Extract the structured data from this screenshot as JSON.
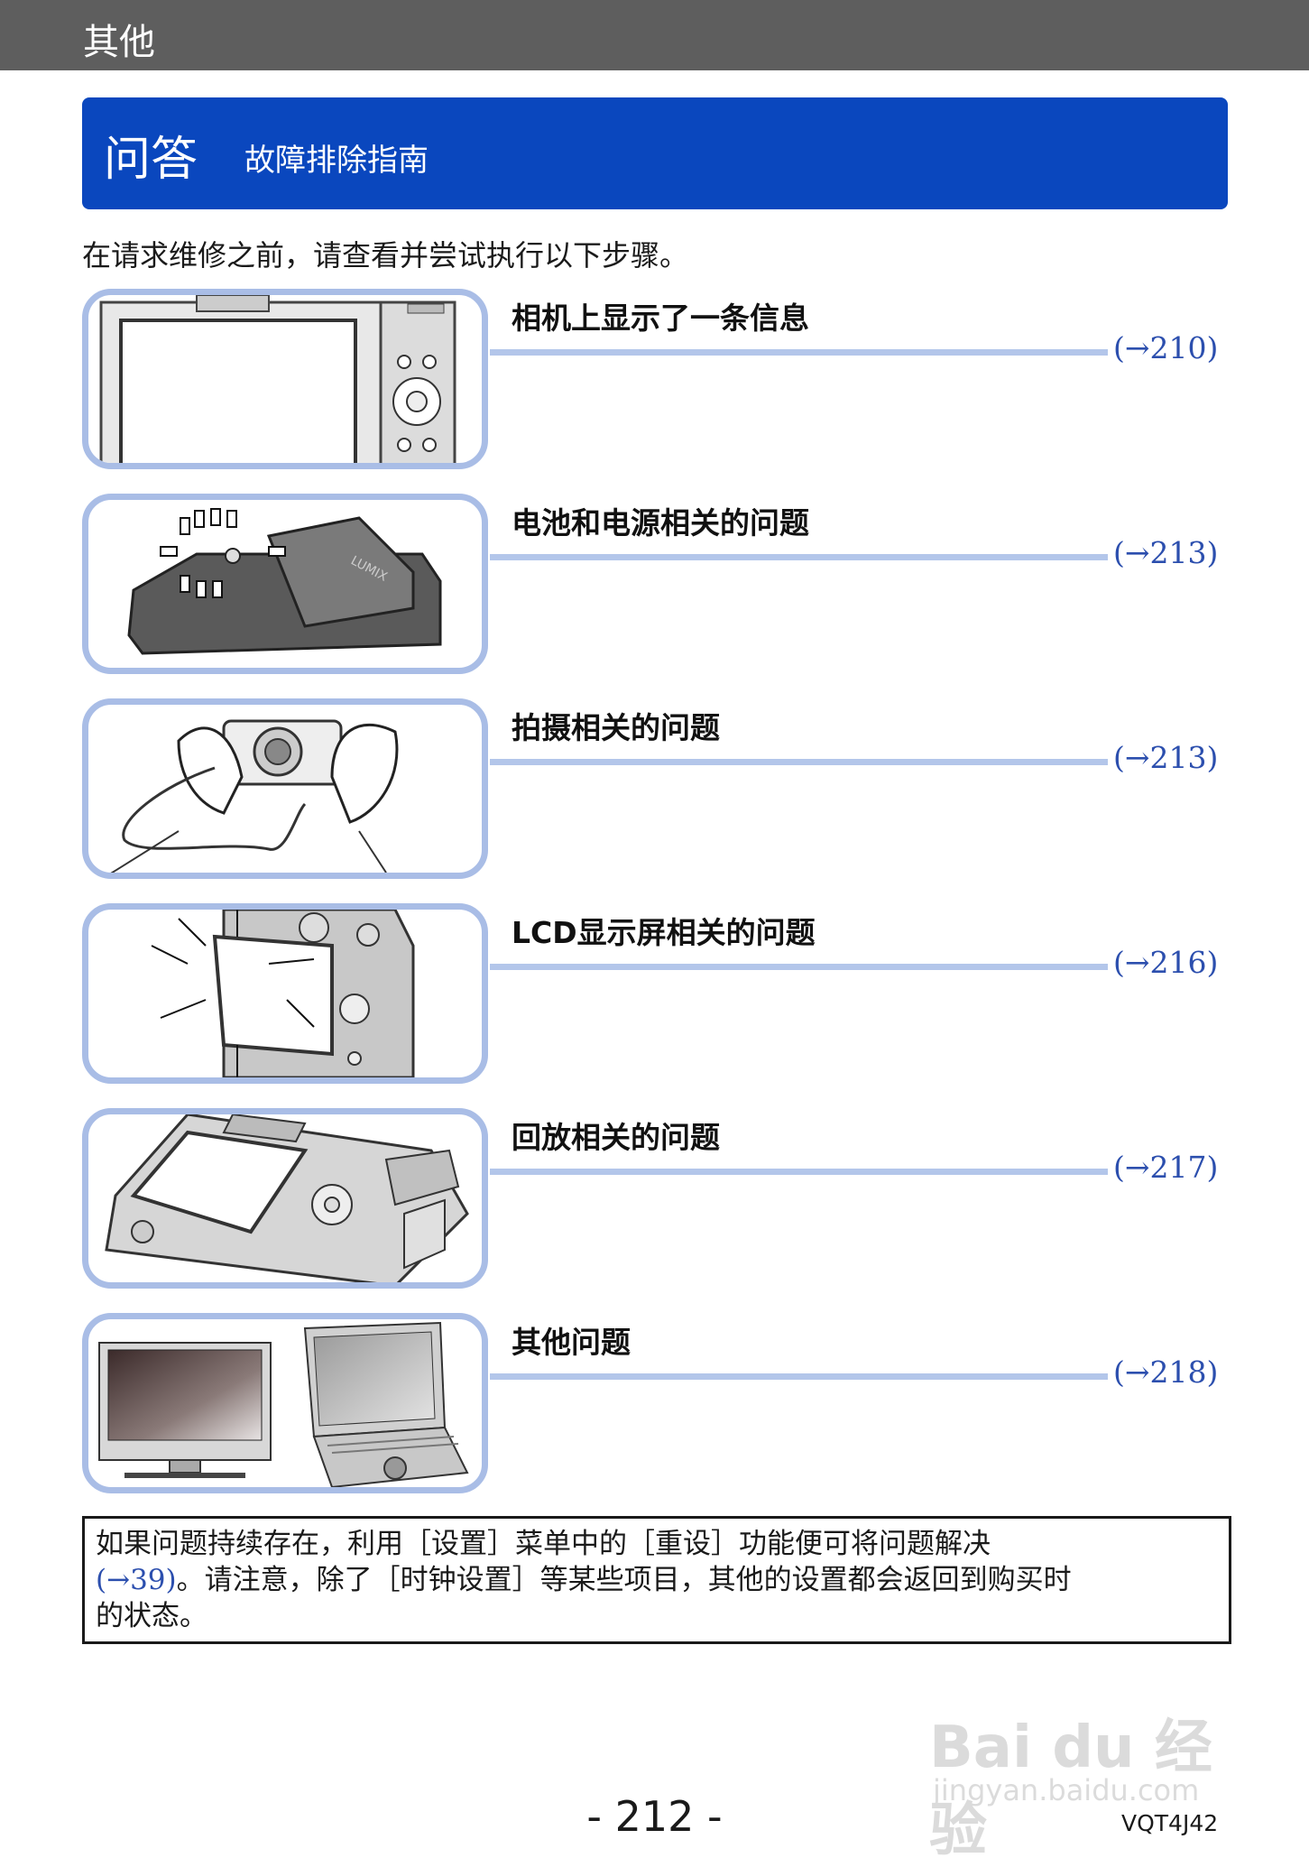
{
  "header": {
    "category": "其他"
  },
  "banner": {
    "title": "问答",
    "subtitle": "故障排除指南"
  },
  "intro": "在请求维修之前，请查看并尝试执行以下步骤。",
  "rows": [
    {
      "title": "相机上显示了一条信息",
      "ref": "(→210)",
      "image": "camera-back-icon"
    },
    {
      "title": "电池和电源相关的问题",
      "ref": "(→213)",
      "image": "battery-charger-icon"
    },
    {
      "title": "拍摄相关的问题",
      "ref": "(→213)",
      "image": "hands-holding-camera-icon"
    },
    {
      "title": "LCD显示屏相关的问题",
      "ref": "(→216)",
      "image": "lcd-monitor-camera-icon"
    },
    {
      "title": "回放相关的问题",
      "ref": "(→217)",
      "image": "camera-playback-icon"
    },
    {
      "title": "其他问题",
      "ref": "(→218)",
      "image": "tv-and-laptop-icon"
    }
  ],
  "note": {
    "line1": "如果问题持续存在，利用［设置］菜单中的［重设］功能便可将问题解决",
    "ref": "(→39)",
    "line2_rest": "。请注意，除了［时钟设置］等某些项目，其他的设置都会返回到购买时",
    "line3": "的状态。"
  },
  "footer": {
    "page": "- 212 -",
    "code": "VQT4J42"
  },
  "watermark": {
    "brand": "Bai du 经验",
    "url": "jingyan.baidu.com"
  },
  "colors": {
    "topbar": "#5e5e5e",
    "banner": "#0a47be",
    "accent_line": "#b3c6ea",
    "ref_text": "#2c4fae"
  }
}
